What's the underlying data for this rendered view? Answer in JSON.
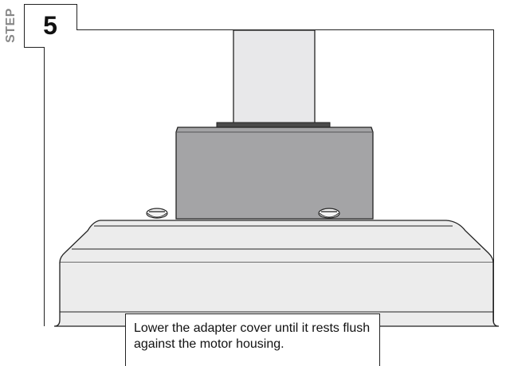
{
  "step": {
    "label": "STEP",
    "number": "5"
  },
  "caption": {
    "text": "Lower the adapter cover until it rests flush against the motor housing."
  },
  "colors": {
    "adapter_cover": "#a4a4a6",
    "downrod": "#e8e8ea",
    "housing": "#ececec",
    "outline": "#222222",
    "step_label": "#888888"
  },
  "icons": {
    "left_screw": "screw-icon",
    "right_screw": "screw-icon"
  }
}
